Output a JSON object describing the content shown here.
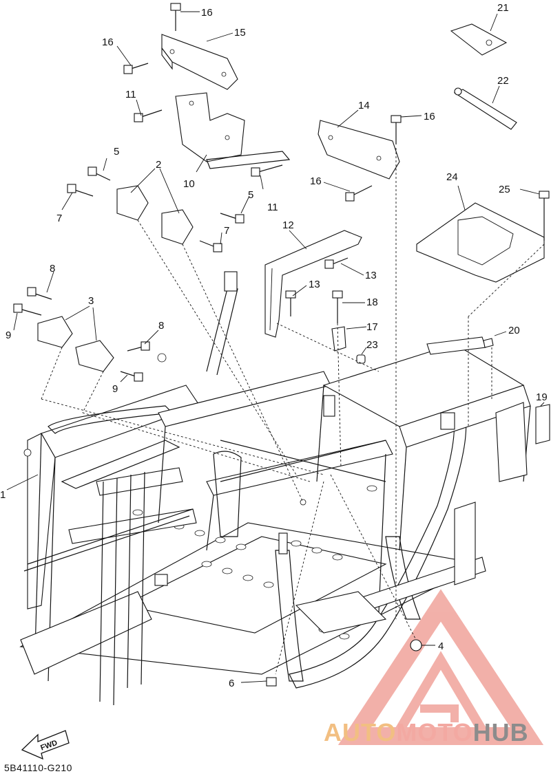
{
  "diagram": {
    "code": "5B41110-G210",
    "fwd_label": "FWD",
    "callouts": [
      {
        "id": "c21",
        "label": "21"
      },
      {
        "id": "c16a",
        "label": "16"
      },
      {
        "id": "c16b",
        "label": "16"
      },
      {
        "id": "c15",
        "label": "15"
      },
      {
        "id": "c22",
        "label": "22"
      },
      {
        "id": "c11a",
        "label": "11"
      },
      {
        "id": "c14",
        "label": "14"
      },
      {
        "id": "c16c",
        "label": "16"
      },
      {
        "id": "c5a",
        "label": "5"
      },
      {
        "id": "c2",
        "label": "2"
      },
      {
        "id": "c10",
        "label": "10"
      },
      {
        "id": "c24",
        "label": "24"
      },
      {
        "id": "c16d",
        "label": "16"
      },
      {
        "id": "c25",
        "label": "25"
      },
      {
        "id": "c7a",
        "label": "7"
      },
      {
        "id": "c5b",
        "label": "5"
      },
      {
        "id": "c11b",
        "label": "11"
      },
      {
        "id": "c12",
        "label": "12"
      },
      {
        "id": "c7b",
        "label": "7"
      },
      {
        "id": "c13a",
        "label": "13"
      },
      {
        "id": "c8a",
        "label": "8"
      },
      {
        "id": "c13b",
        "label": "13"
      },
      {
        "id": "c3",
        "label": "3"
      },
      {
        "id": "c18",
        "label": "18"
      },
      {
        "id": "c9a",
        "label": "9"
      },
      {
        "id": "c8b",
        "label": "8"
      },
      {
        "id": "c17",
        "label": "17"
      },
      {
        "id": "c20",
        "label": "20"
      },
      {
        "id": "c23",
        "label": "23"
      },
      {
        "id": "c9b",
        "label": "9"
      },
      {
        "id": "c19",
        "label": "19"
      },
      {
        "id": "c1",
        "label": "1"
      },
      {
        "id": "c4",
        "label": "4"
      },
      {
        "id": "c6",
        "label": "6"
      }
    ]
  },
  "watermark": {
    "part1": "AUTO",
    "part2": "MOTO",
    "part3": "HUB",
    "colors": {
      "auto": "#f2bf82",
      "moto": "#f3a9a2",
      "hub": "#8c8c8c",
      "logo": "#f0a39b"
    }
  }
}
